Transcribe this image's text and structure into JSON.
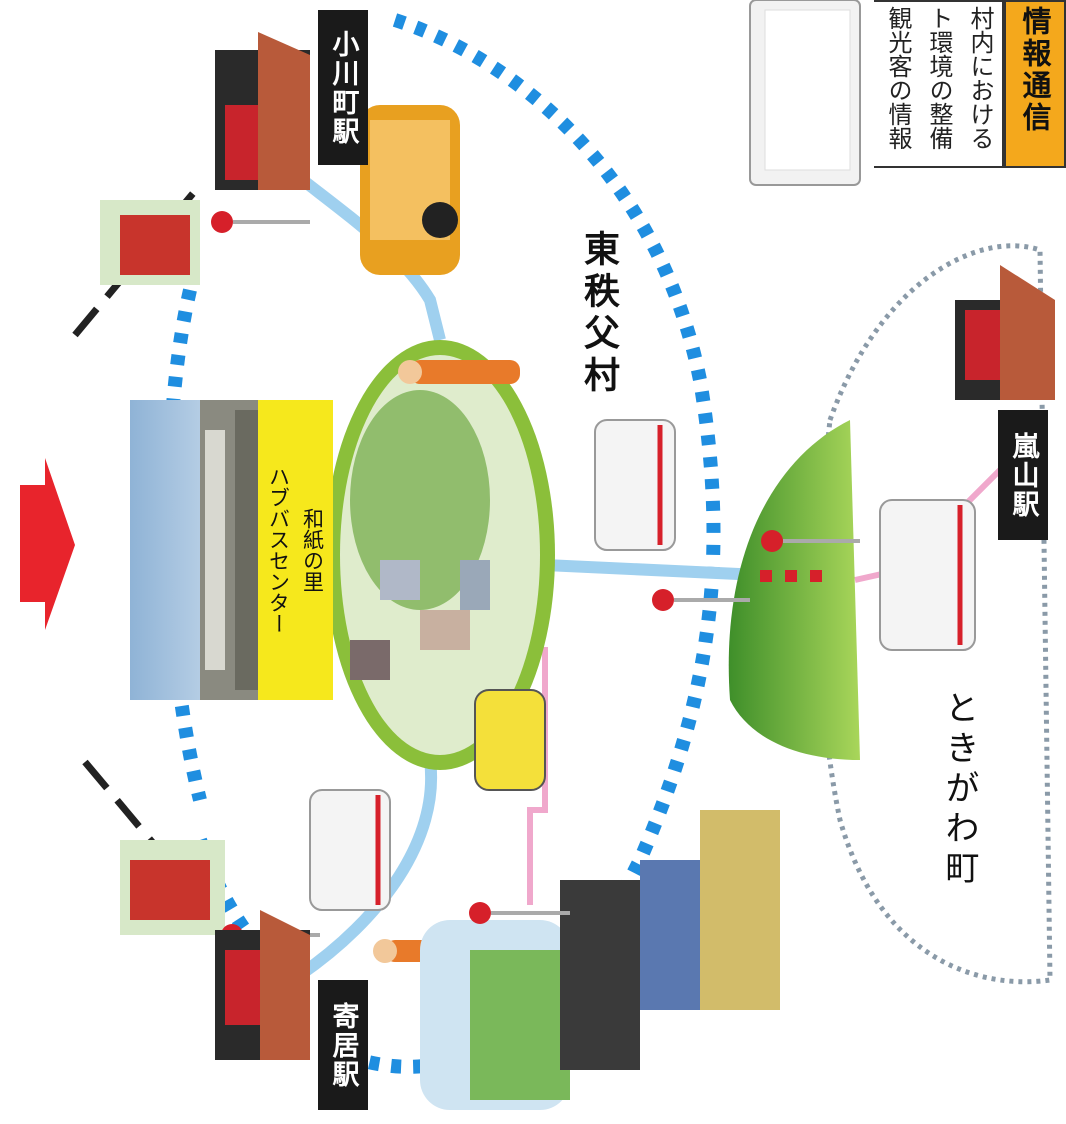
{
  "stations": {
    "ogawamachi": "小川町駅",
    "yorii": "寄居駅",
    "arashiyama": "嵐山駅"
  },
  "hub": {
    "label_line1": "和紙の里",
    "label_line2": "ハブバスセンター"
  },
  "regions": {
    "higashichichibu": "東秩父村",
    "tokigawa": "ときがわ町"
  },
  "info_panel": {
    "title": "情報通信",
    "body_line1": "村内における",
    "body_line2": "ト環境の整備",
    "body_line3": "観光客の情報"
  },
  "colors": {
    "village_boundary": "#1f8ee0",
    "town_boundary": "#8a9aa8",
    "bus_route": "#9fd0ef",
    "pink_route": "#f0a8cc",
    "hub_label_bg": "#f6e81c",
    "arrow": "#e8242c",
    "info_title_bg": "#f4a81c"
  }
}
